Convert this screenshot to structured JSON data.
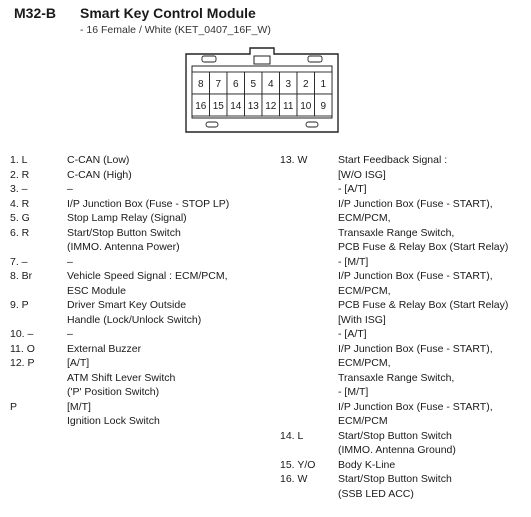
{
  "header": {
    "code": "M32-B",
    "title": "Smart Key Control Module",
    "subtitle": "- 16 Female / White (KET_0407_16F_W)"
  },
  "connector": {
    "top_row": [
      "8",
      "7",
      "6",
      "5",
      "4",
      "3",
      "2",
      "1"
    ],
    "bottom_row": [
      "16",
      "15",
      "14",
      "13",
      "12",
      "11",
      "10",
      "9"
    ]
  },
  "left_pins": [
    {
      "pin": "1. L",
      "desc": "C-CAN (Low)"
    },
    {
      "pin": "2. R",
      "desc": "C-CAN (High)"
    },
    {
      "pin": "3. –",
      "desc": "–"
    },
    {
      "pin": "4. R",
      "desc": "I/P Junction Box (Fuse - STOP LP)"
    },
    {
      "pin": "5. G",
      "desc": "Stop Lamp Relay (Signal)"
    },
    {
      "pin": "6. R",
      "desc": "Start/Stop Button Switch"
    },
    {
      "pin": "",
      "desc": "(IMMO. Antenna Power)"
    },
    {
      "pin": "7. –",
      "desc": "–"
    },
    {
      "pin": "8. Br",
      "desc": "Vehicle Speed Signal : ECM/PCM,"
    },
    {
      "pin": "",
      "desc": "ESC Module"
    },
    {
      "pin": "9. P",
      "desc": "Driver Smart Key Outside"
    },
    {
      "pin": "",
      "desc": "Handle (Lock/Unlock Switch)"
    },
    {
      "pin": "10. –",
      "desc": "–"
    },
    {
      "pin": "11. O",
      "desc": "External Buzzer"
    },
    {
      "pin": "12. P",
      "desc": "[A/T]"
    },
    {
      "pin": "",
      "desc": "ATM Shift Lever Switch"
    },
    {
      "pin": "",
      "desc": "('P' Position Switch)"
    },
    {
      "pin": "P",
      "desc": "[M/T]"
    },
    {
      "pin": "",
      "desc": "Ignition Lock Switch"
    }
  ],
  "right_pins": [
    {
      "pin": "13. W",
      "desc": "Start Feedback Signal :"
    },
    {
      "pin": "",
      "desc": "[W/O ISG]"
    },
    {
      "pin": "",
      "desc": "- [A/T]"
    },
    {
      "pin": "",
      "desc": "I/P Junction Box (Fuse - START),"
    },
    {
      "pin": "",
      "desc": "ECM/PCM,"
    },
    {
      "pin": "",
      "desc": "Transaxle Range Switch,"
    },
    {
      "pin": "",
      "desc": "PCB Fuse & Relay Box (Start Relay)"
    },
    {
      "pin": "",
      "desc": "- [M/T]"
    },
    {
      "pin": "",
      "desc": "I/P Junction Box (Fuse - START),"
    },
    {
      "pin": "",
      "desc": "ECM/PCM,"
    },
    {
      "pin": "",
      "desc": "PCB Fuse & Relay Box (Start Relay)"
    },
    {
      "pin": "",
      "desc": "[With ISG]"
    },
    {
      "pin": "",
      "desc": "- [A/T]"
    },
    {
      "pin": "",
      "desc": "I/P Junction Box (Fuse - START),"
    },
    {
      "pin": "",
      "desc": "ECM/PCM,"
    },
    {
      "pin": "",
      "desc": "Transaxle Range Switch,"
    },
    {
      "pin": "",
      "desc": "- [M/T]"
    },
    {
      "pin": "",
      "desc": "I/P Junction Box (Fuse - START),"
    },
    {
      "pin": "",
      "desc": "ECM/PCM"
    },
    {
      "pin": "14. L",
      "desc": "Start/Stop Button Switch"
    },
    {
      "pin": "",
      "desc": "(IMMO. Antenna Ground)"
    },
    {
      "pin": "15. Y/O",
      "desc": "Body K-Line"
    },
    {
      "pin": "16. W",
      "desc": "Start/Stop Button Switch"
    },
    {
      "pin": "",
      "desc": "(SSB LED ACC)"
    }
  ]
}
